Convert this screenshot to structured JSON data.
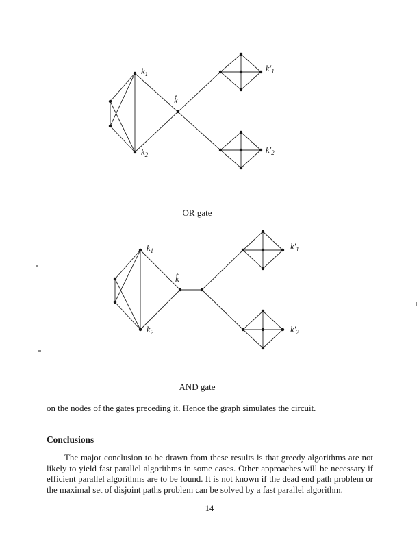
{
  "page": {
    "number": "14"
  },
  "figures": {
    "or_gate": {
      "caption": "OR gate",
      "labels": {
        "k1": {
          "base": "k",
          "sub": "1"
        },
        "k2": {
          "base": "k",
          "sub": "2"
        },
        "khat": {
          "base": "k̂",
          "sub": ""
        },
        "k1p": {
          "base": "k′",
          "sub": "1"
        },
        "k2p": {
          "base": "k′",
          "sub": "2"
        }
      }
    },
    "and_gate": {
      "caption": "AND gate",
      "labels": {
        "k1": {
          "base": "k",
          "sub": "1"
        },
        "k2": {
          "base": "k",
          "sub": "2"
        },
        "khat": {
          "base": "k̂",
          "sub": ""
        },
        "k1p": {
          "base": "k′",
          "sub": "1"
        },
        "k2p": {
          "base": "k′",
          "sub": "2"
        }
      }
    }
  },
  "body": {
    "line1": "on the nodes of the gates preceding it. Hence the graph simulates the circuit.",
    "conclusions_heading": "Conclusions",
    "paragraph": "The major conclusion to be drawn from these results is that greedy algorithms are not likely to yield fast parallel algorithms in some cases. Other approaches will be necessary if efficient parallel algorithms are to be found. It is not known if the dead end path problem or the maximal set of disjoint paths problem can be solved by a fast parallel algorithm."
  }
}
